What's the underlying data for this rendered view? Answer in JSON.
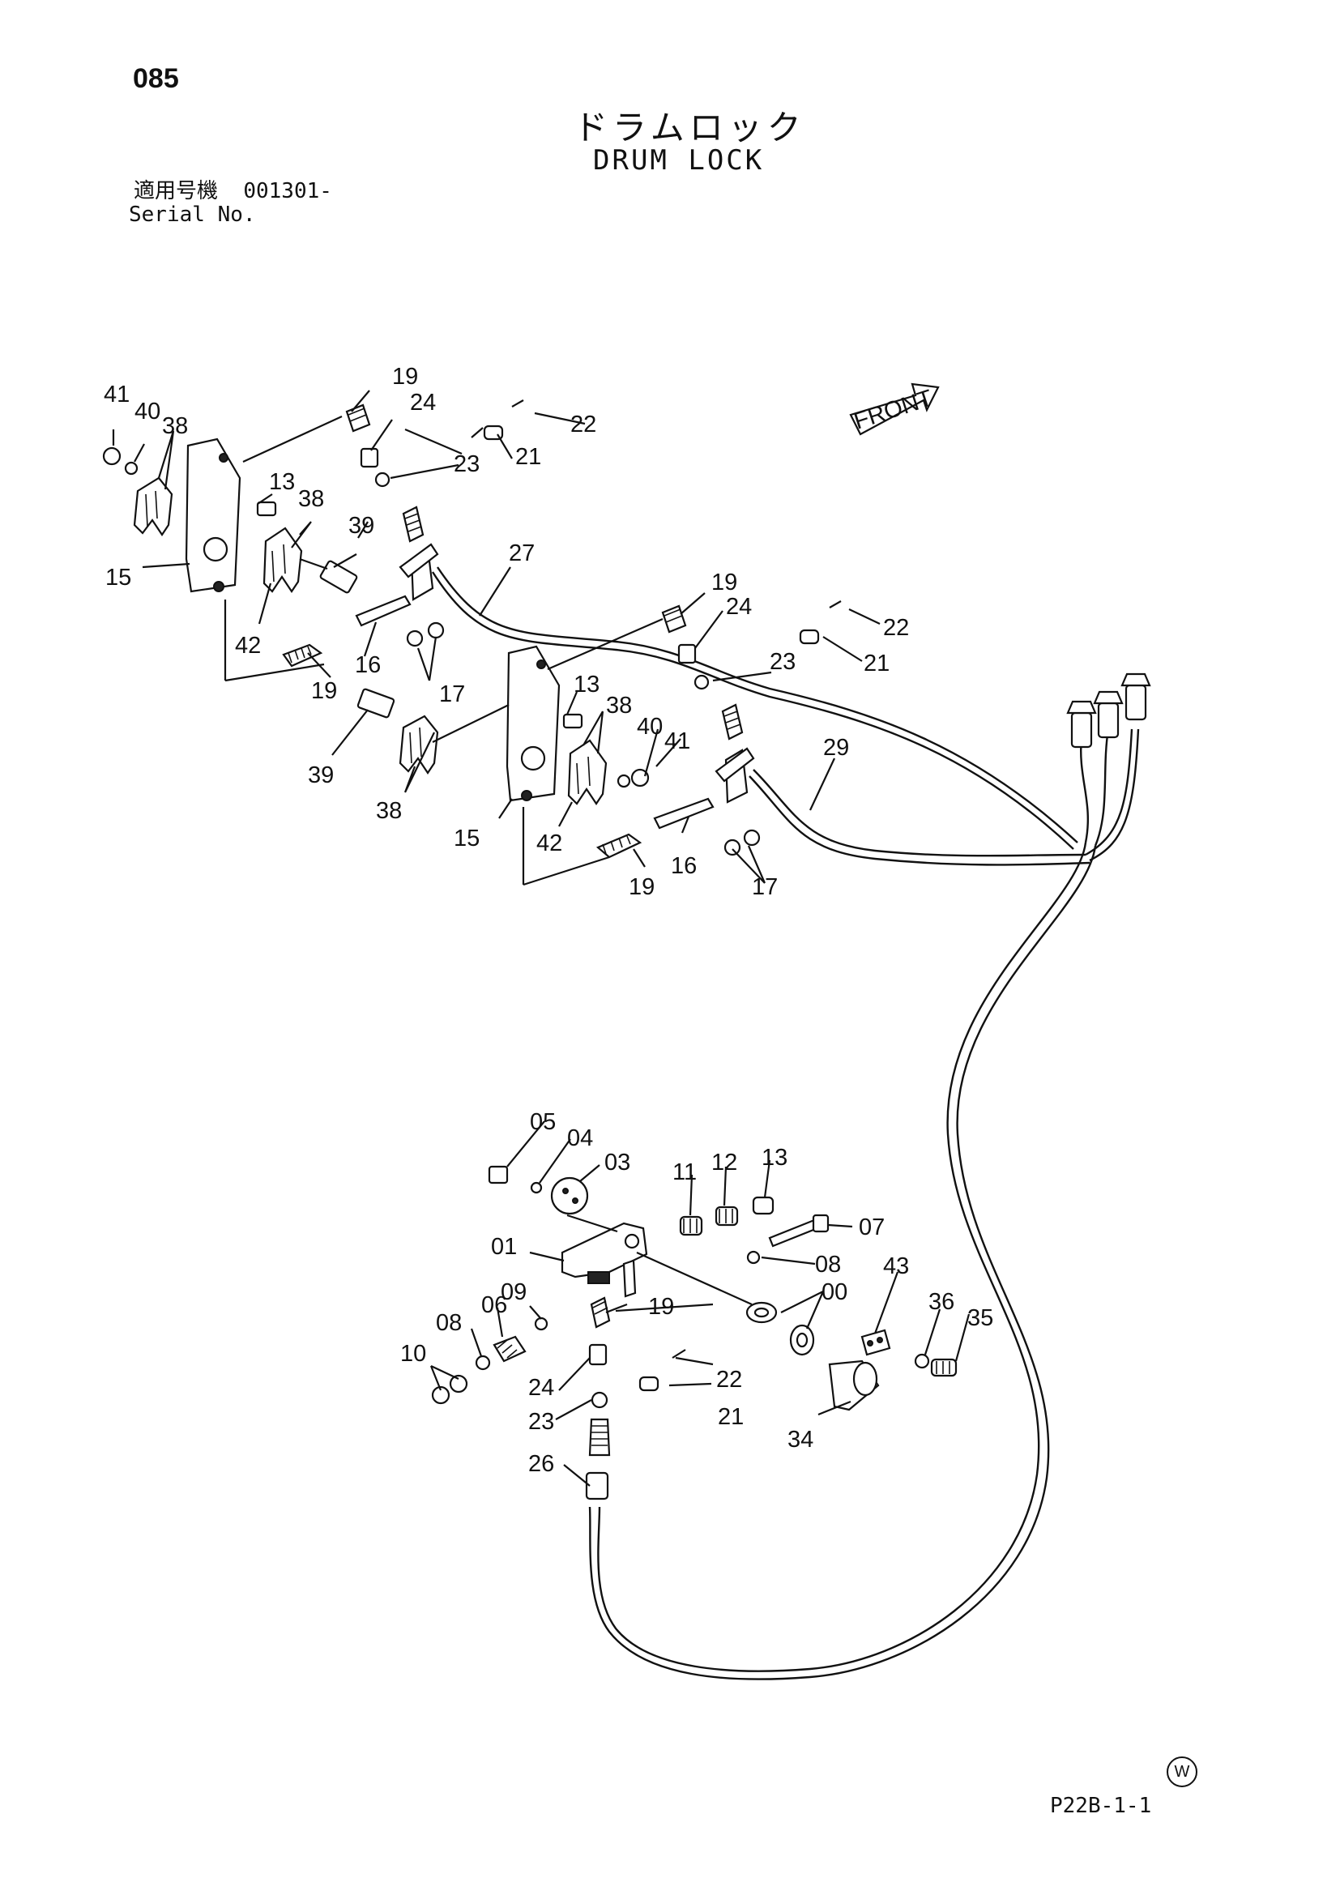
{
  "page": {
    "number": "085",
    "ref_code": "P22B-1-1",
    "w_mark": "W"
  },
  "title": {
    "jp": "ドラムロック",
    "en": "DRUM LOCK"
  },
  "serial": {
    "jp_label": "適用号機",
    "value": "001301-",
    "en_label": "Serial No."
  },
  "front_arrow": "FRONT",
  "callouts": {
    "a41": "41",
    "a40": "40",
    "a38a": "38",
    "a19": "19",
    "a24": "24",
    "a22": "22",
    "a21": "21",
    "a23": "23",
    "a13": "13",
    "a38b": "38",
    "a39": "39",
    "a15": "15",
    "a42": "42",
    "a19b": "19",
    "a16": "16",
    "a17": "17",
    "a27": "27",
    "b19": "19",
    "b24": "24",
    "b22": "22",
    "b21": "21",
    "b23": "23",
    "b13": "13",
    "b38a": "38",
    "b40": "40",
    "b41": "41",
    "b39": "39",
    "b38b": "38",
    "b15": "15",
    "b42": "42",
    "b19b": "19",
    "b16": "16",
    "b17": "17",
    "b29": "29",
    "c05": "05",
    "c04": "04",
    "c03": "03",
    "c11": "11",
    "c12": "12",
    "c13": "13",
    "c01": "01",
    "c07": "07",
    "c08a": "08",
    "c00": "00",
    "c43": "43",
    "c36": "36",
    "c35": "35",
    "c09": "09",
    "c06": "06",
    "c08b": "08",
    "c10": "10",
    "c19": "19",
    "c24": "24",
    "c22": "22",
    "c21": "21",
    "c23": "23",
    "c26": "26",
    "c34": "34"
  }
}
